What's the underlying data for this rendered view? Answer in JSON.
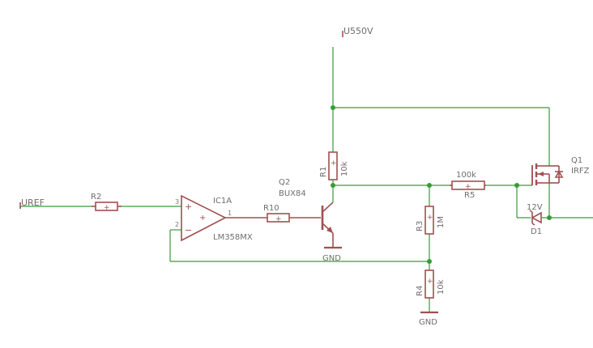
{
  "nets": {
    "supply": "U550V",
    "reference": "UREF",
    "ground_1": "GND",
    "ground_2": "GND"
  },
  "components": {
    "R1": {
      "name": "R1",
      "value": "10k"
    },
    "R2": {
      "name": "R2"
    },
    "R3": {
      "name": "R3",
      "value": "1M"
    },
    "R4": {
      "name": "R4",
      "value": "10k"
    },
    "R5": {
      "name": "R5",
      "value": "100k"
    },
    "R10": {
      "name": "R10"
    },
    "IC1A": {
      "name": "IC1A",
      "value": "LM358MX",
      "pin_in_plus": "3",
      "pin_in_minus": "2",
      "pin_out": "1"
    },
    "Q1": {
      "name": "Q1",
      "value": "IRFZ"
    },
    "Q2": {
      "name": "Q2",
      "value": "BUX84"
    },
    "D1": {
      "name": "D1",
      "value": "12V"
    }
  }
}
